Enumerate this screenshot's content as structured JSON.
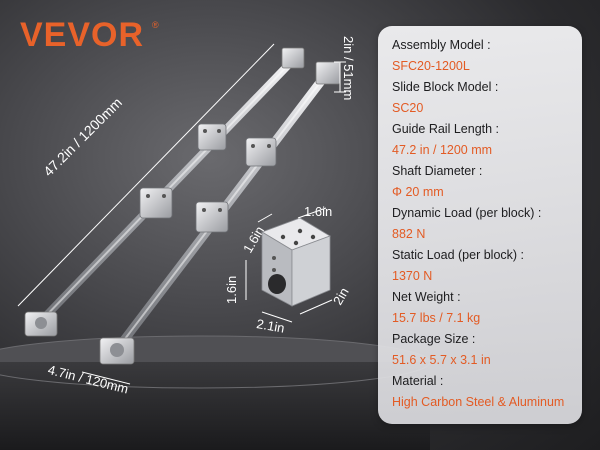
{
  "brand": {
    "name": "VEVOR",
    "mark": "®",
    "color": "#e8622a"
  },
  "dimensions": {
    "rail_length": "47.2in / 1200mm",
    "support_height": "2in / 51mm",
    "base_width": "4.7in / 120mm",
    "block_top_width": "1.6in",
    "block_side_depth": "1.6in",
    "block_height": "1.6in",
    "block_bottom_width": "2.1in",
    "block_bottom_depth": "2in"
  },
  "specs": [
    {
      "label": "Assembly Model :",
      "value": "SFC20-1200L"
    },
    {
      "label": "Slide Block Model :",
      "value": "SC20"
    },
    {
      "label": "Guide Rail Length :",
      "value": "47.2 in / 1200 mm"
    },
    {
      "label": "Shaft Diameter :",
      "value": "Φ 20 mm"
    },
    {
      "label": "Dynamic Load (per block) :",
      "value": "882 N"
    },
    {
      "label": "Static Load (per block) :",
      "value": "1370 N"
    },
    {
      "label": "Net Weight :",
      "value": "15.7 lbs / 7.1 kg"
    },
    {
      "label": "Package Size :",
      "value": "51.6 x 5.7 x 3.1 in"
    },
    {
      "label": "Material :",
      "value": "High Carbon Steel & Aluminum"
    }
  ],
  "colors": {
    "accent": "#e35b24",
    "label": "#1d1d1f",
    "panel": "#eeeeef"
  }
}
